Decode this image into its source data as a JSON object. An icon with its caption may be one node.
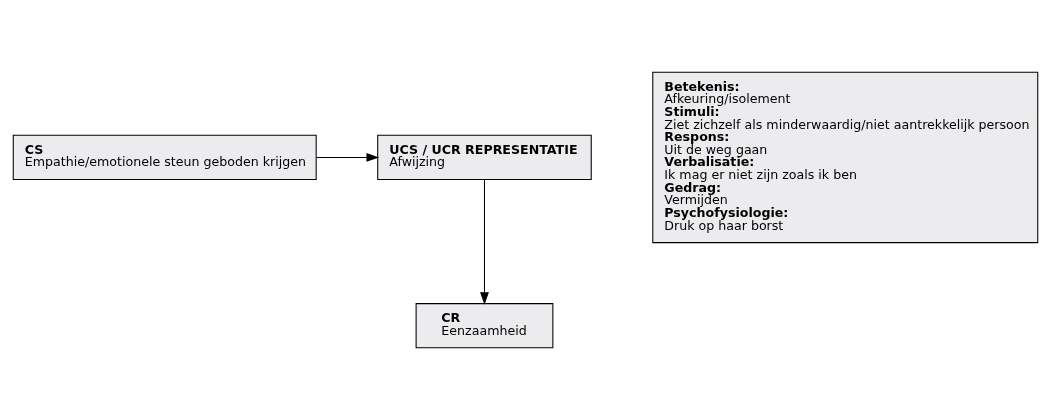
{
  "diagram": {
    "nodes": [
      {
        "text": [
          "CS",
          "Empathie/emotionele steun geboden krijgen"
        ]
      },
      {
        "text": [
          "UCS / UCR REPRESENTATIE",
          "Afwijzing"
        ]
      },
      {
        "text": [
          "CR",
          "Eenzaamheid"
        ]
      },
      {
        "text": [
          "Betekenis:",
          "Afkeuring/isolement",
          "Stimuli:",
          "Ziet zichzelf als minderwaardig/niet aantrekkelijk persoon",
          "Respons:",
          "Uit de weg gaan",
          "Verbalisatie:",
          "Ik mag er niet zijn zoals ik ben",
          "Gedrag:",
          "Vermijden",
          "Psychofysiologie:",
          "Druk op haar borst"
        ]
      }
    ],
    "edges": [
      {
        "from": 0,
        "to": 1,
        "arrow": "to"
      },
      {
        "from": 1,
        "to": 2,
        "arrow": "to"
      }
    ]
  }
}
